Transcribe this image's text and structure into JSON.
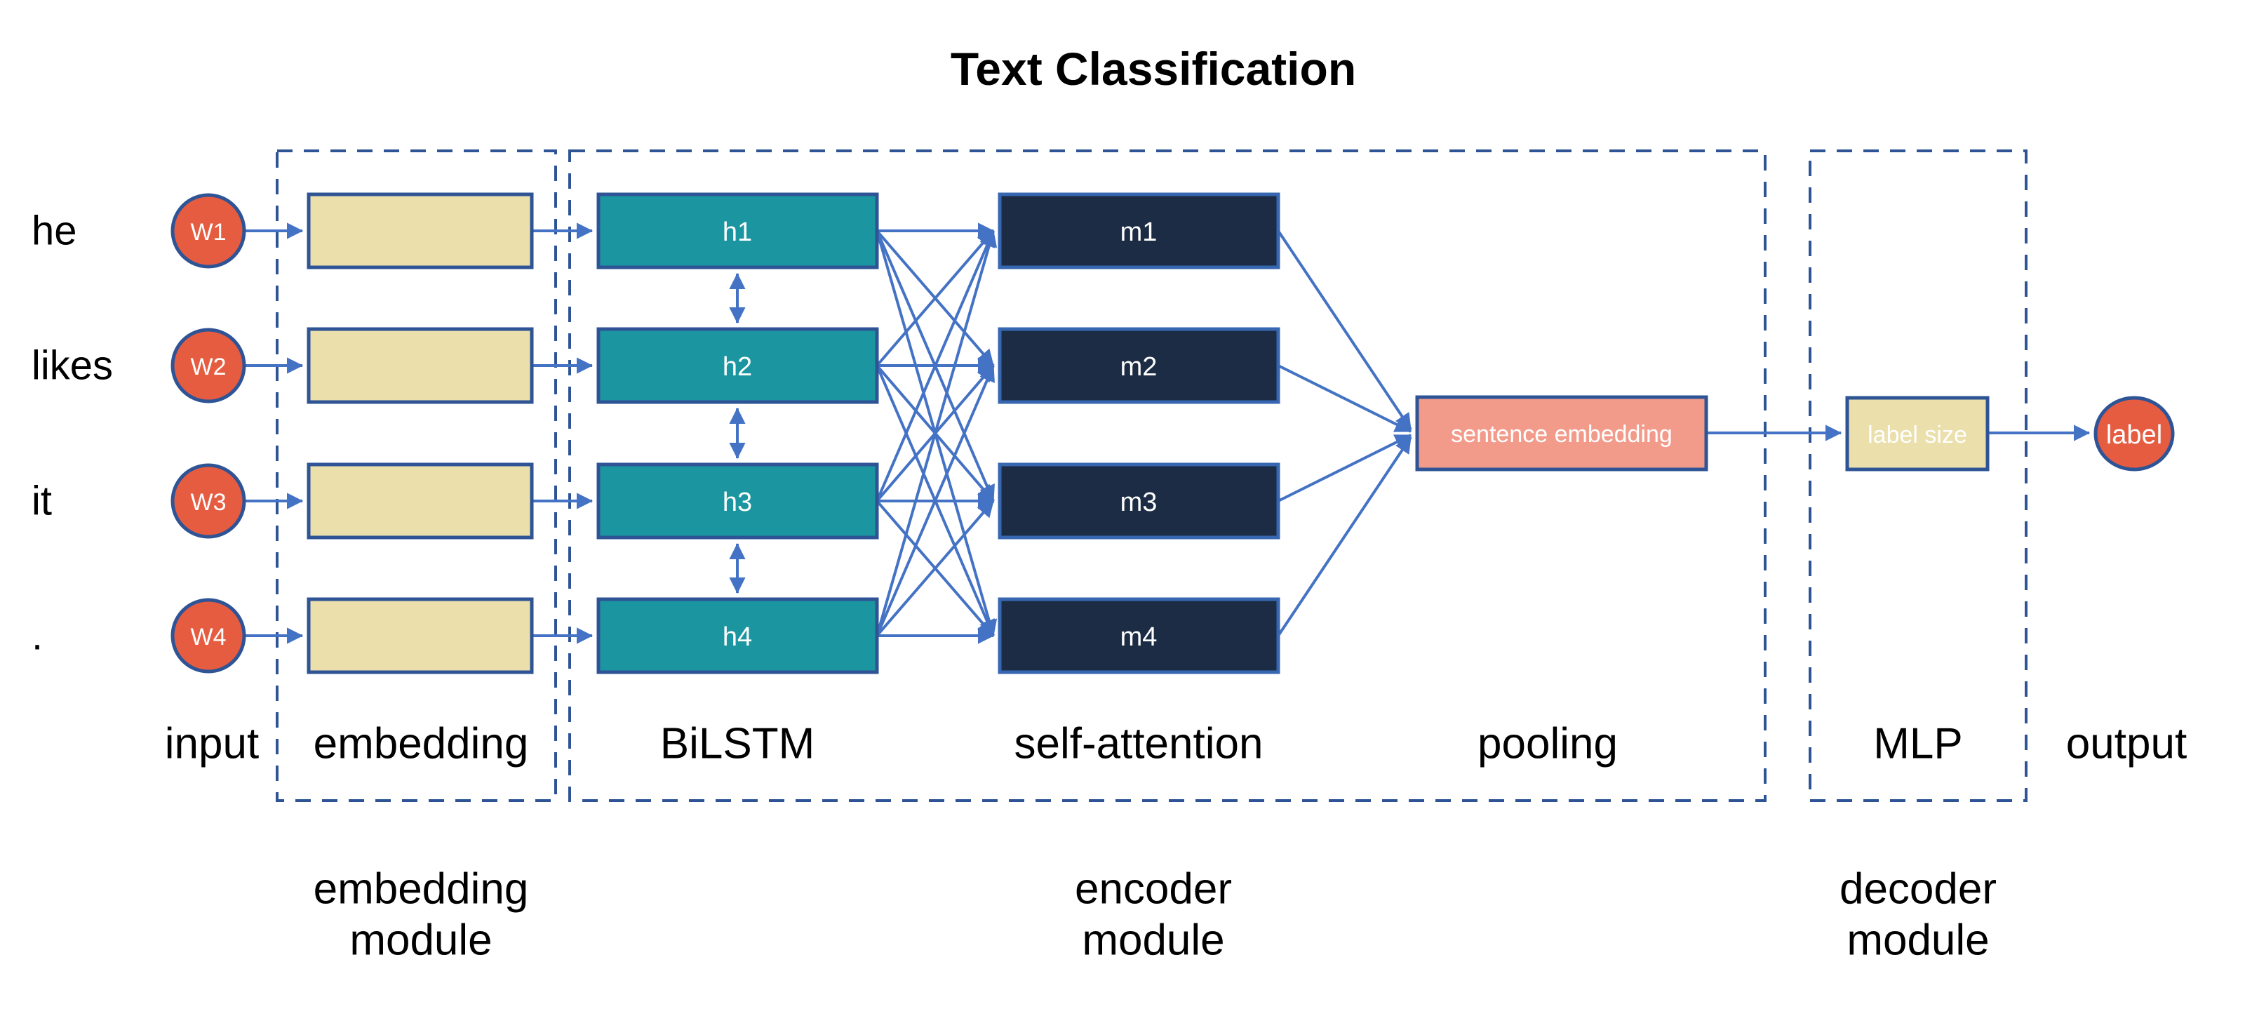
{
  "title": "Text Classification",
  "rows": [
    {
      "word": "he",
      "w": "W1",
      "h": "h1",
      "m": "m1"
    },
    {
      "word": "likes",
      "w": "W2",
      "h": "h2",
      "m": "m2"
    },
    {
      "word": "it",
      "w": "W3",
      "h": "h3",
      "m": "m3"
    },
    {
      "word": ".",
      "w": "W4",
      "h": "h4",
      "m": "m4"
    }
  ],
  "nodes": {
    "sentence_embedding": "sentence embedding",
    "label_size": "label size",
    "output_label": "label"
  },
  "stage_labels": {
    "input": "input",
    "embedding": "embedding",
    "bilstm": "BiLSTM",
    "self_attention": "self-attention",
    "pooling": "pooling",
    "mlp": "MLP",
    "output": "output"
  },
  "module_labels": {
    "embedding": [
      "embedding",
      "module"
    ],
    "encoder": [
      "encoder",
      "module"
    ],
    "decoder": [
      "decoder",
      "module"
    ]
  },
  "colors": {
    "connector_blue": "#4472C4",
    "dashed_border_blue": "#2E5496",
    "word_circle_fill": "#E65C41",
    "embedding_box_fill": "#EBDFAC",
    "bilstm_box_fill": "#1B96A1",
    "attention_box_fill": "#1B2C44",
    "attention_box_border": "#3767B1",
    "sentence_embedding_fill": "#F29B8B",
    "label_size_fill": "#EBDFAC",
    "output_circle_fill": "#E65C41",
    "text_black": "#000000",
    "text_white": "#ffffff"
  }
}
